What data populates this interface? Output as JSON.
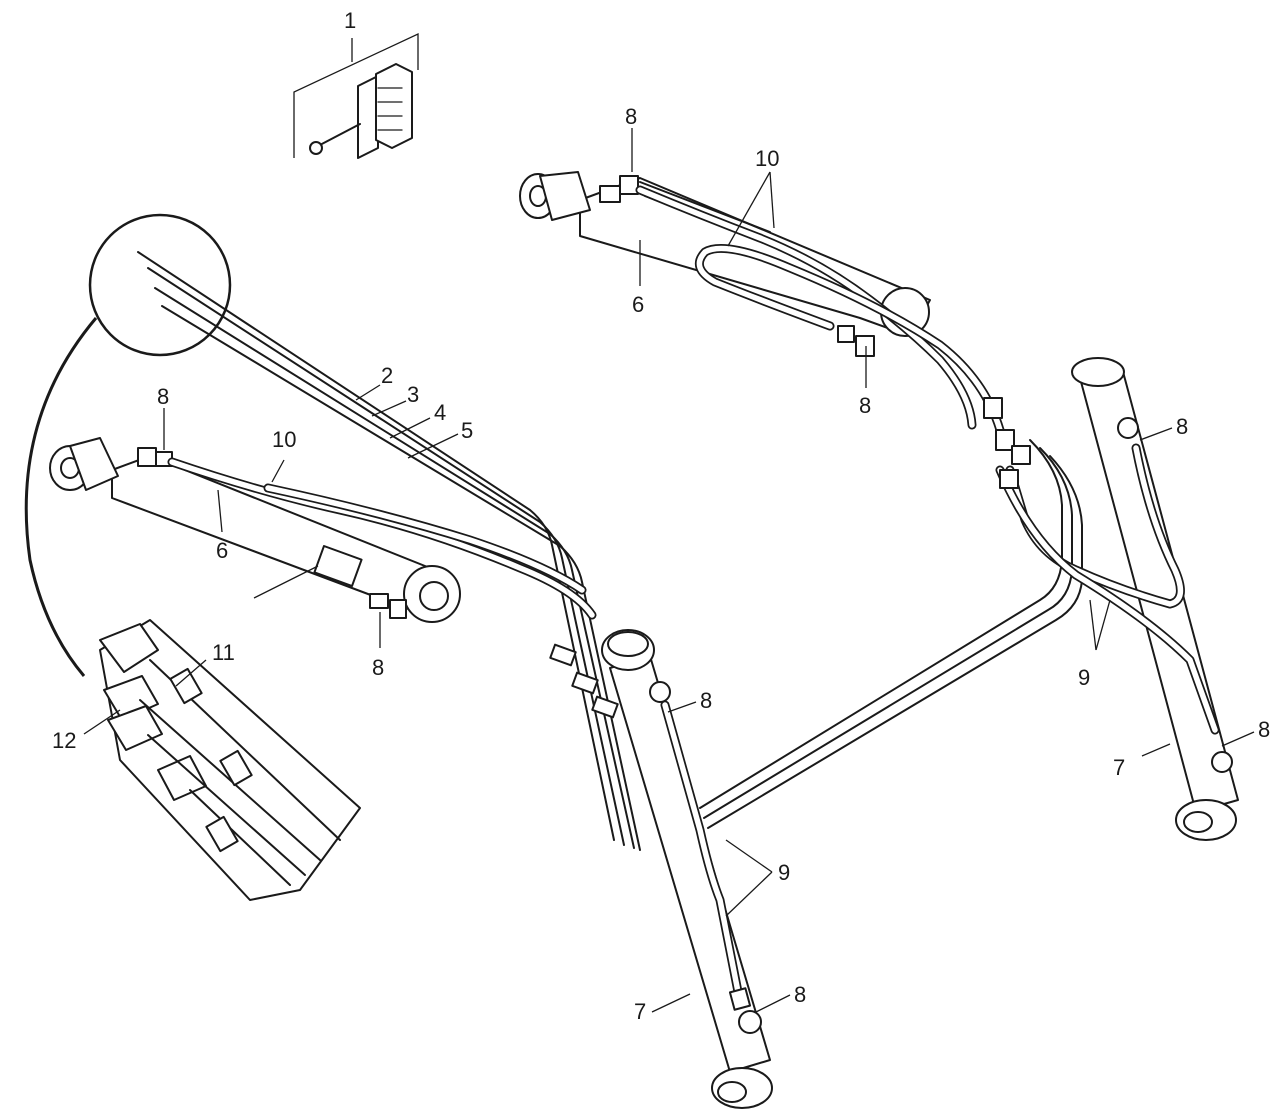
{
  "callouts": {
    "c1": "1",
    "c2": "2",
    "c3": "3",
    "c4": "4",
    "c5": "5",
    "c6_upper": "6",
    "c6_left": "6",
    "c7_left": "7",
    "c7_right": "7",
    "c8_upper_top": "8",
    "c8_upper_bottom": "8",
    "c8_left_top": "8",
    "c8_left_bottom": "8",
    "c8_center_top": "8",
    "c8_center_bottom": "8",
    "c8_right_top": "8",
    "c8_right_bottom": "8",
    "c9_center": "9",
    "c9_right": "9",
    "c10_upper": "10",
    "c10_left": "10",
    "c11": "11",
    "c12": "12"
  }
}
